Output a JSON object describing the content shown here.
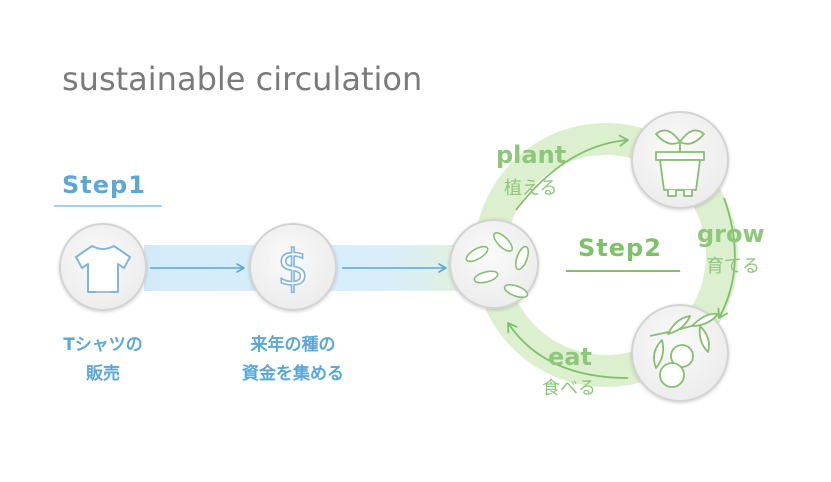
{
  "title": "sustainable circulation",
  "step1": {
    "label": "Step1",
    "items": [
      {
        "icon": "tshirt-icon",
        "caption_lines": [
          "Tシャツの",
          "販売"
        ]
      },
      {
        "icon": "dollar-icon",
        "caption_lines": [
          "来年の種の",
          "資金を集める"
        ]
      }
    ]
  },
  "step2": {
    "label": "Step2",
    "stages": [
      {
        "icon": "seeds-icon"
      },
      {
        "icon": "potted-sprout-icon"
      },
      {
        "icon": "olive-branch-icon"
      }
    ],
    "cycle_labels": [
      {
        "word": "plant",
        "jp": "植える"
      },
      {
        "word": "grow",
        "jp": "育てる"
      },
      {
        "word": "eat",
        "jp": "食べる"
      }
    ]
  },
  "colors": {
    "title_gray": "#7a7a7a",
    "step1_blue": "#5aa7d8",
    "step1_band": "#d6ecf8",
    "step2_green": "#7fc16a",
    "ring_green": "#dcefcf",
    "node_fill": "#f3f3f3",
    "node_stroke": "#d6d6d6"
  }
}
